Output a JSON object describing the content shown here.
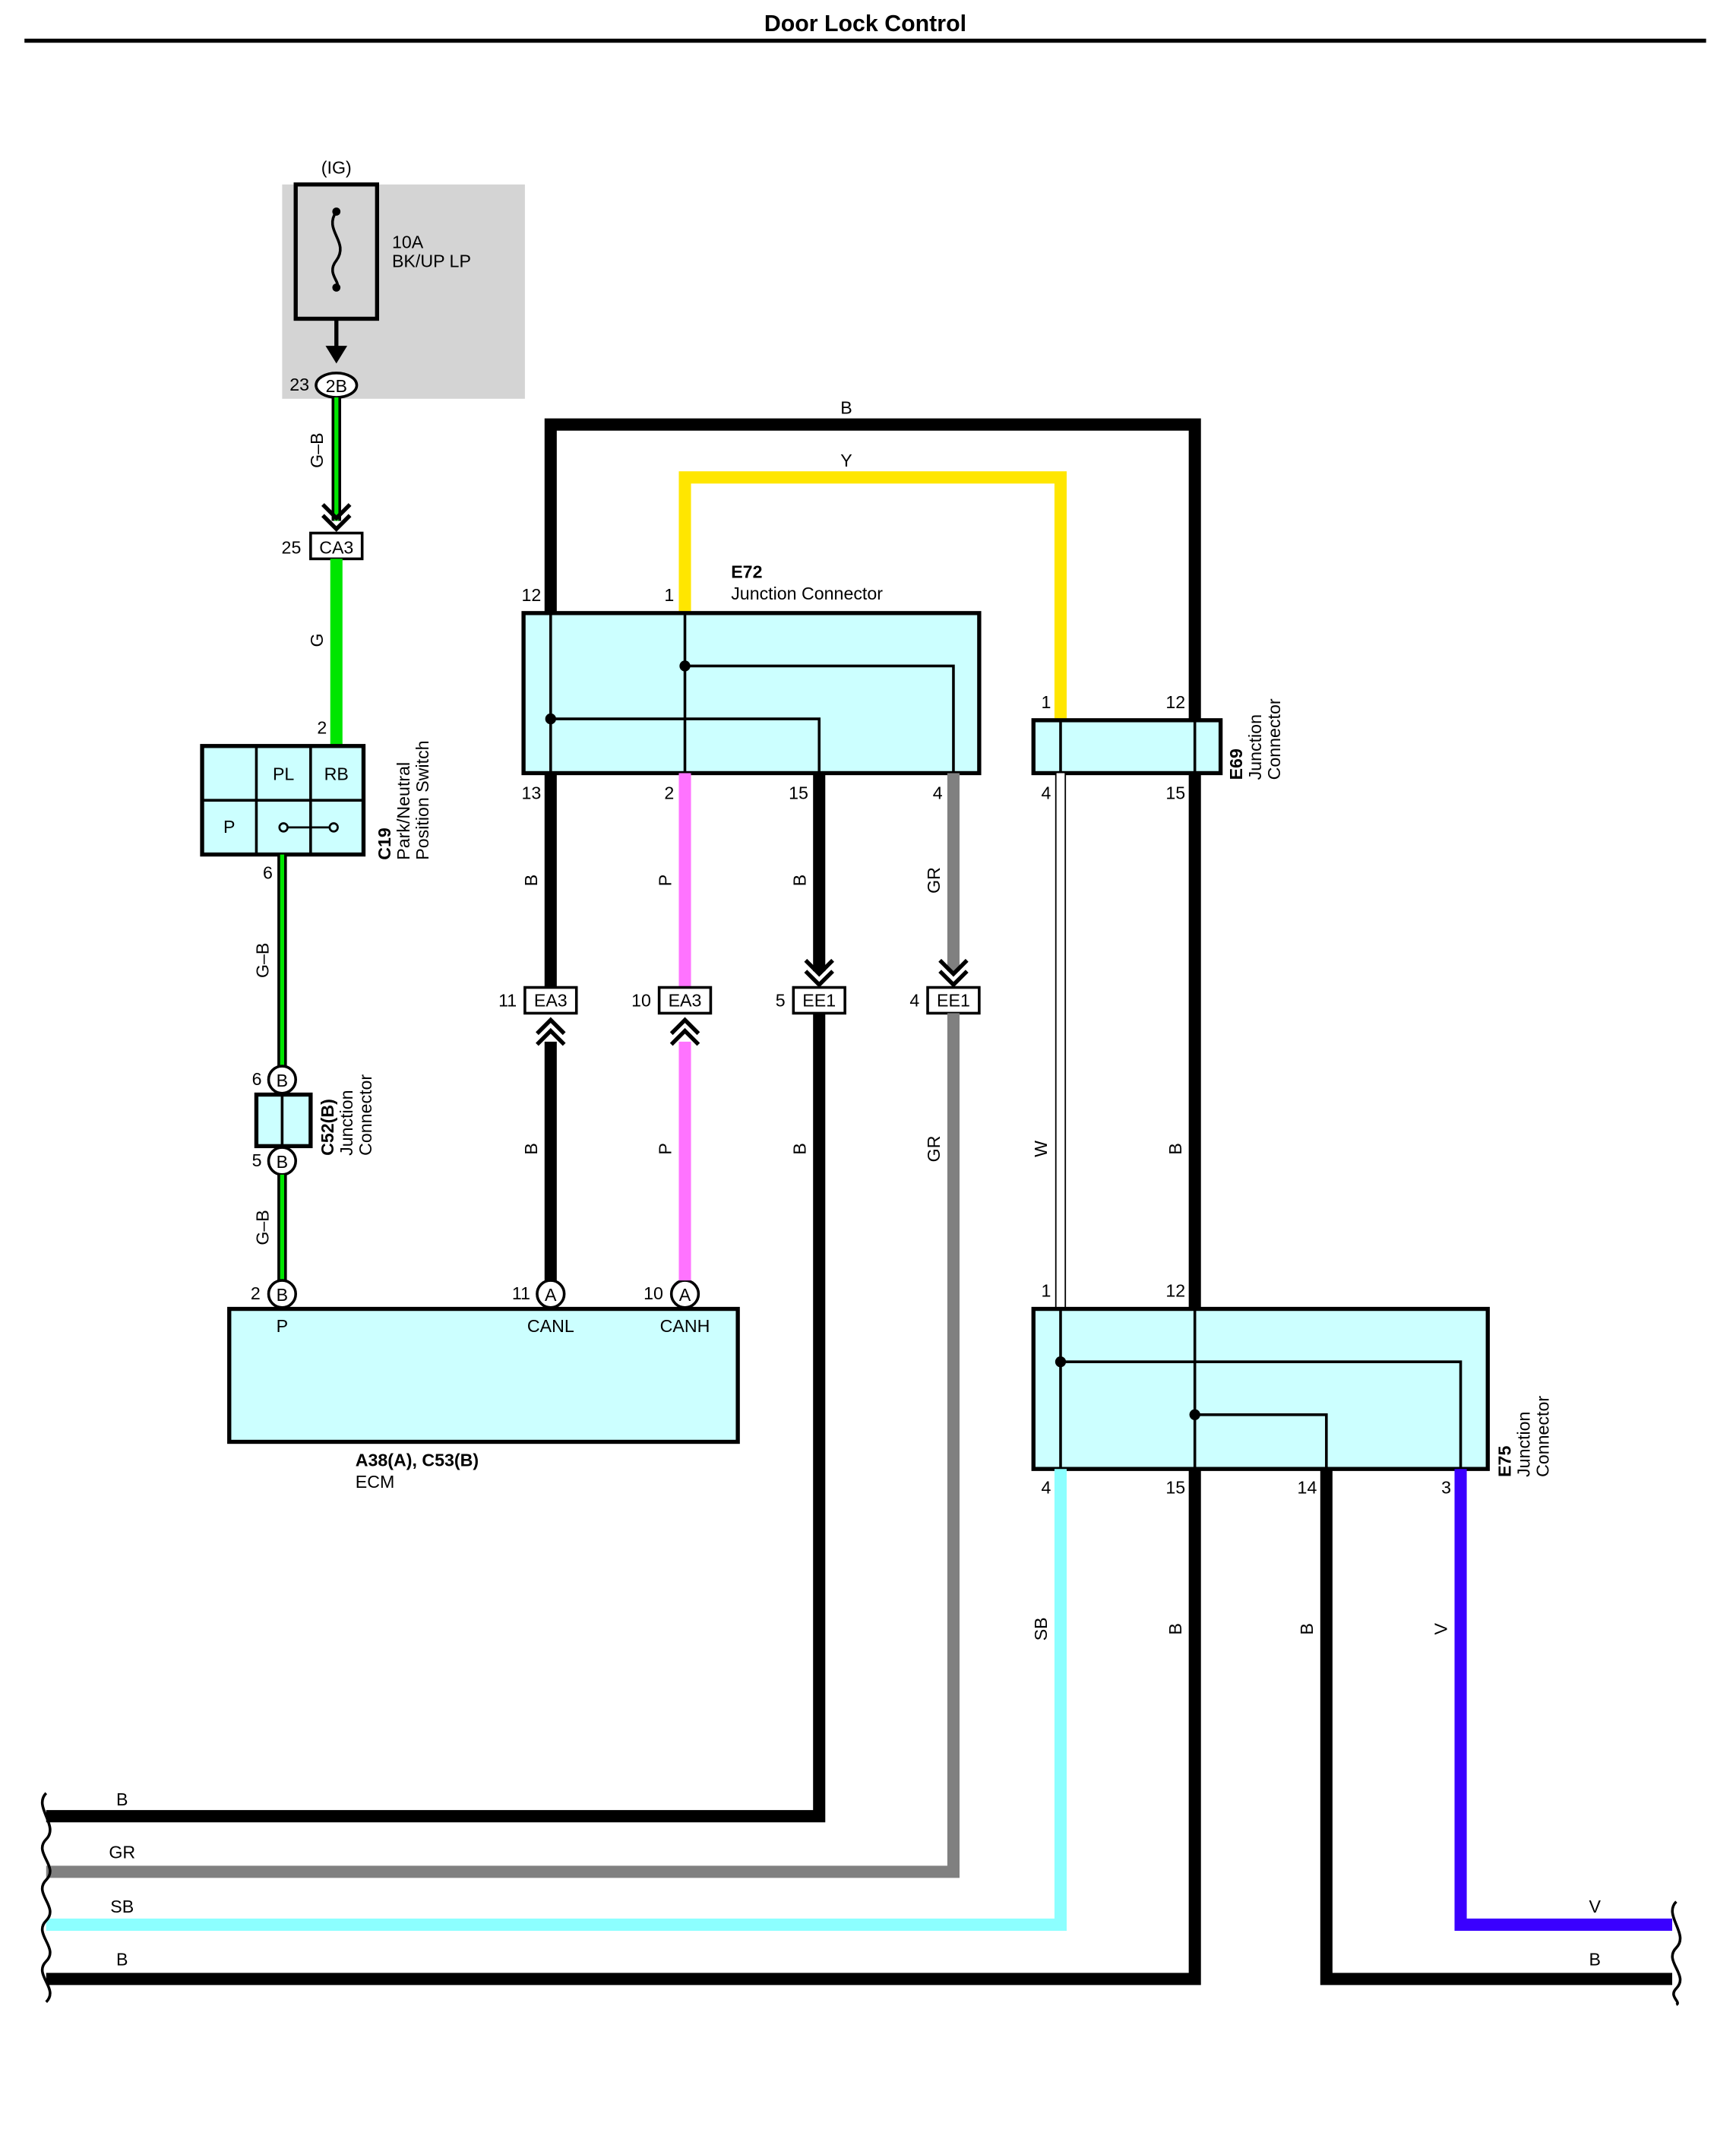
{
  "title": "Door Lock Control",
  "colors": {
    "B": "#000000",
    "G": "#00e600",
    "Y": "#ffe600",
    "P": "#ff73ff",
    "GR": "#808080",
    "W": "#ffffff",
    "SB": "#8cffff",
    "V": "#3a00ff",
    "connector_fill": "#ccffff",
    "fuse_box_fill": "#d4d4d4"
  },
  "fuse": {
    "supply": "(IG)",
    "rating": "10A",
    "name": "BK/UP LP",
    "pin": "23",
    "connector": "2B"
  },
  "connectors": {
    "CA3": {
      "label": "CA3",
      "pin": "25"
    },
    "EA3_11": {
      "label": "EA3",
      "pin": "11"
    },
    "EA3_10": {
      "label": "EA3",
      "pin": "10"
    },
    "EE1_5": {
      "label": "EE1",
      "pin": "5"
    },
    "EE1_4": {
      "label": "EE1",
      "pin": "4"
    }
  },
  "c19": {
    "code": "C19",
    "name_line1": "Park/Neutral",
    "name_line2": "Position Switch",
    "cells": [
      "PL",
      "RB",
      "P"
    ],
    "pin_top": "2",
    "pin_bottom": "6"
  },
  "c52": {
    "code": "C52(B)",
    "name_line1": "Junction",
    "name_line2": "Connector",
    "pin_top": "6",
    "pin_bottom": "5",
    "letter": "B"
  },
  "ecm": {
    "code": "A38(A), C53(B)",
    "name": "ECM",
    "terminals": [
      {
        "pin": "2",
        "letter": "B",
        "name": "P"
      },
      {
        "pin": "11",
        "letter": "A",
        "name": "CANL"
      },
      {
        "pin": "10",
        "letter": "A",
        "name": "CANH"
      }
    ]
  },
  "e72": {
    "code": "E72",
    "name": "Junction Connector",
    "pins_top": [
      "12",
      "1"
    ],
    "pins_bottom": [
      "13",
      "2",
      "15",
      "4"
    ]
  },
  "e69": {
    "code": "E69",
    "name_line1": "Junction",
    "name_line2": "Connector",
    "pins_top": [
      "1",
      "12"
    ],
    "pins_bottom": [
      "4",
      "15"
    ]
  },
  "e75": {
    "code": "E75",
    "name_line1": "Junction",
    "name_line2": "Connector",
    "pins_top": [
      "1",
      "12"
    ],
    "pins_bottom": [
      "4",
      "15",
      "14",
      "3"
    ]
  },
  "wire_labels": {
    "top_b": "B",
    "top_y": "Y",
    "gb_1": "G–B",
    "g": "G",
    "gb_2": "G–B",
    "gb_3": "G–B",
    "e72_b13": "B",
    "e72_p2": "P",
    "e72_b15": "B",
    "e72_gr4": "GR",
    "ecm_b": "B",
    "ecm_p": "P",
    "ee1_b": "B",
    "ee1_gr": "GR",
    "w": "W",
    "e69_b": "B",
    "e75_sb": "SB",
    "e75_b15": "B",
    "e75_b14": "B",
    "e75_v": "V",
    "bottom_b1": "B",
    "bottom_gr": "GR",
    "bottom_sb": "SB",
    "bottom_b2": "B",
    "right_v": "V",
    "right_b": "B"
  }
}
